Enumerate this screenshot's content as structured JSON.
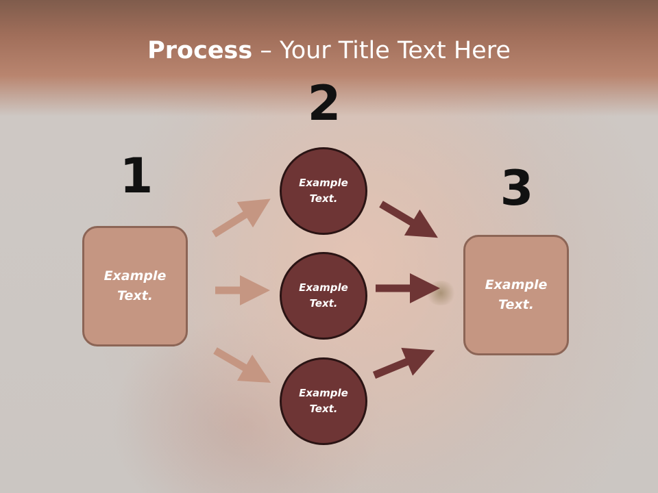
{
  "title": {
    "bold": "Process",
    "rest": " – Your Title Text Here"
  },
  "steps": [
    {
      "number": "1",
      "label": "Example\nText."
    },
    {
      "number": "2",
      "label": "Example\nText."
    },
    {
      "number": "3",
      "label": "Example\nText."
    }
  ],
  "circles": [
    {
      "label": "Example\nText."
    },
    {
      "label": "Example\nText."
    },
    {
      "label": "Example\nText."
    }
  ],
  "colors": {
    "light_arrow": "#c59682",
    "dark_arrow": "#6e3535",
    "box_fill": "#c59682",
    "circle_fill": "#6e3535"
  }
}
